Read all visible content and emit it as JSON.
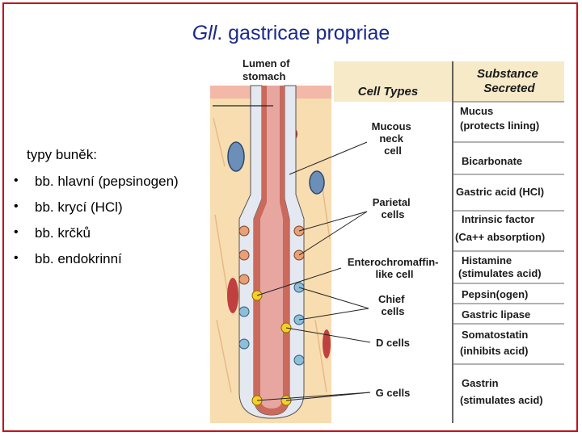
{
  "title": {
    "gl": "Gll",
    "rest": ". gastricae propriae"
  },
  "cell_list": {
    "heading": "typy buněk:",
    "bullet": "•",
    "items": [
      "bb. hlavní (pepsinogen)",
      "bb. krycí (HCl)",
      "bb. krčků",
      "bb. endokrinní"
    ]
  },
  "diagram": {
    "lumen_label": [
      "Lumen of",
      "stomach"
    ],
    "col_cell_types": "Cell Types",
    "col_substance": [
      "Substance",
      "Secreted"
    ],
    "cell_types": [
      [
        "Mucous",
        "neck",
        "cell"
      ],
      [
        "Parietal",
        "cells"
      ],
      [
        "Enterochromaffin-",
        "like cell"
      ],
      [
        "Chief",
        "cells"
      ],
      [
        "D cells"
      ],
      [
        "G cells"
      ]
    ],
    "substances": [
      [
        "Mucus",
        "(protects lining)"
      ],
      [
        "Bicarbonate"
      ],
      [
        "Gastric acid (HCl)"
      ],
      [
        "Intrinsic factor",
        "(Ca++ absorption)"
      ],
      [
        "Histamine",
        "(stimulates acid)"
      ],
      [
        "Pepsin(ogen)"
      ],
      [
        "Gastric lipase"
      ],
      [
        "Somatostatin",
        "(inhibits acid)"
      ],
      [
        "Gastrin",
        "(stimulates acid)"
      ]
    ]
  },
  "colors": {
    "frame": "#c0141c",
    "title": "#1c2a8c",
    "header_fill": "#f6eac8",
    "tissue": "#f8ddb0",
    "gland_lumen": "#c96a5c",
    "mucous_cell": "#e4e8f0",
    "parietal_cell": "#e8a078",
    "chief_cell": "#8fbfd8",
    "endocrine_cell": "#f5cf2a"
  }
}
